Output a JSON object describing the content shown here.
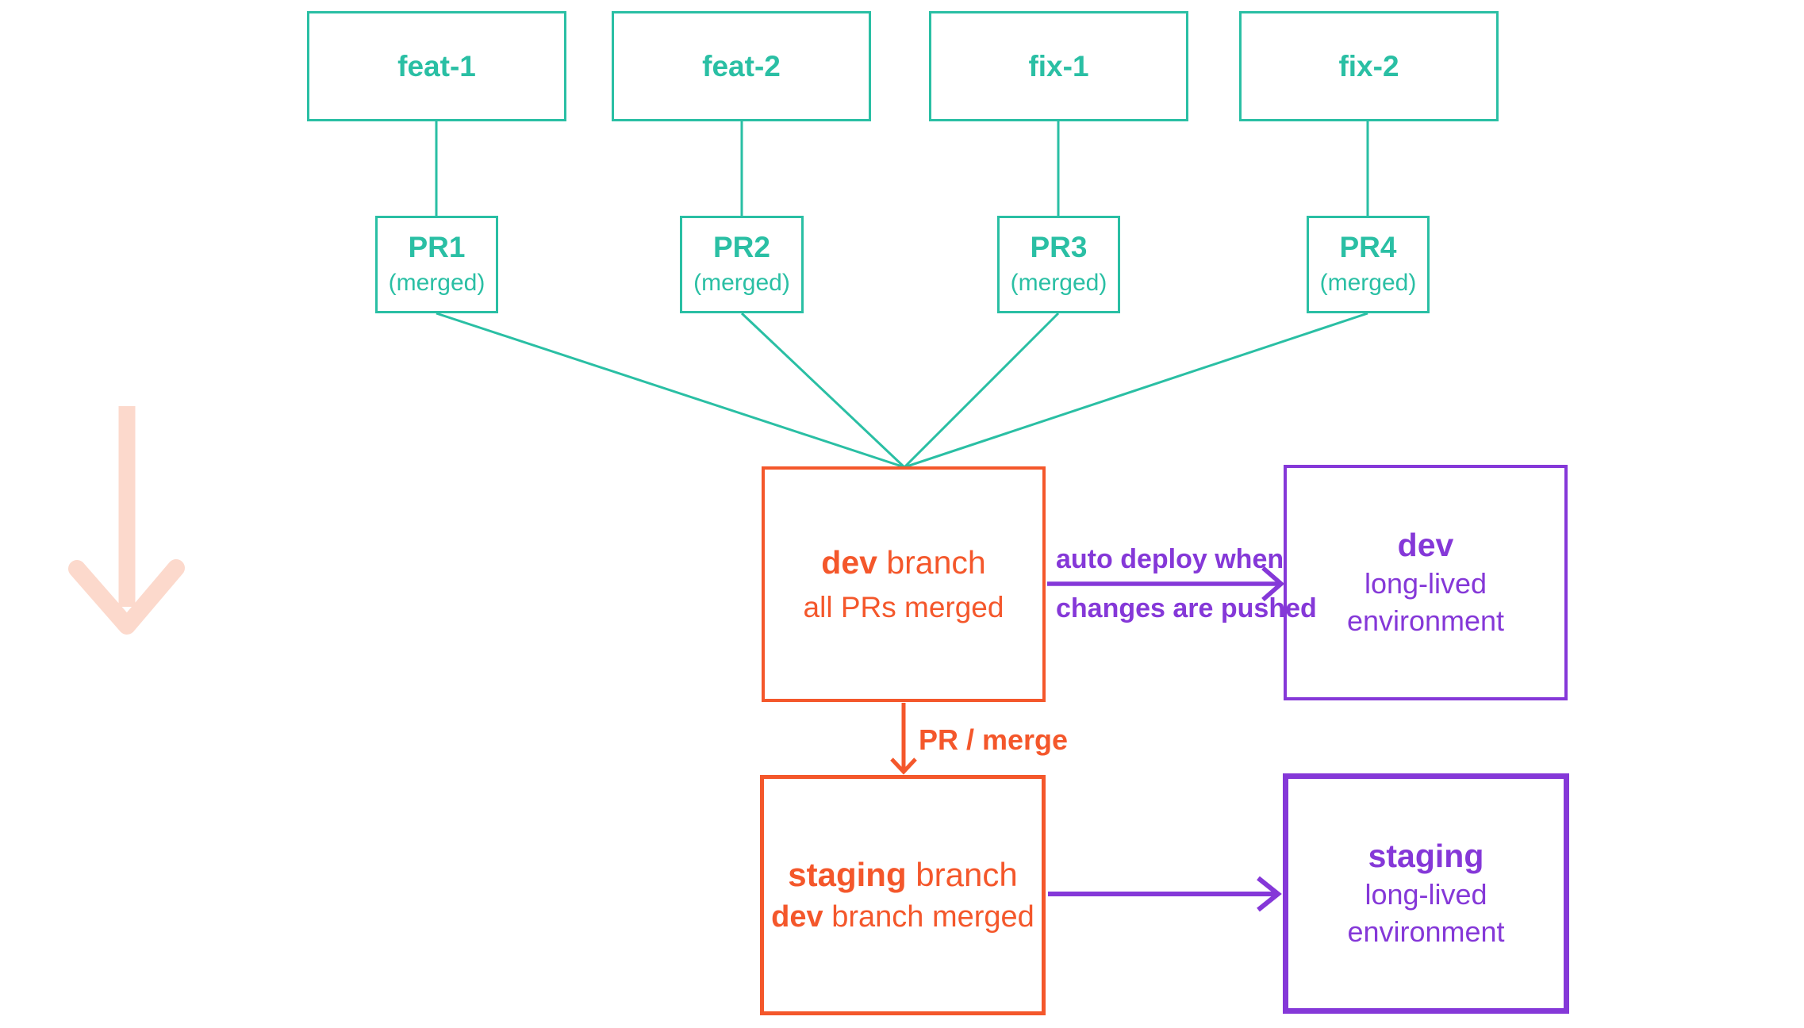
{
  "colors": {
    "teal": "#2abfa4",
    "orange": "#f4572b",
    "purple": "#8538d8",
    "pink": "#fcd9cc"
  },
  "feature_branches": [
    {
      "label": "feat-1"
    },
    {
      "label": "feat-2"
    },
    {
      "label": "fix-1"
    },
    {
      "label": "fix-2"
    }
  ],
  "pull_requests": [
    {
      "label": "PR1",
      "status": "(merged)"
    },
    {
      "label": "PR2",
      "status": "(merged)"
    },
    {
      "label": "PR3",
      "status": "(merged)"
    },
    {
      "label": "PR4",
      "status": "(merged)"
    }
  ],
  "dev_branch": {
    "name": "dev",
    "name_suffix": " branch",
    "subtitle": "all PRs merged"
  },
  "dev_environment": {
    "name": "dev",
    "line2": "long-lived",
    "line3": "environment"
  },
  "staging_branch": {
    "name": "staging",
    "name_suffix": " branch",
    "sub_bold": "dev",
    "sub_rest": " branch merged"
  },
  "staging_environment": {
    "name": "staging",
    "line2": "long-lived",
    "line3": "environment"
  },
  "edge_labels": {
    "auto_deploy_line1": "auto deploy when",
    "auto_deploy_line2": "changes are pushed",
    "pr_merge": "PR / merge"
  }
}
